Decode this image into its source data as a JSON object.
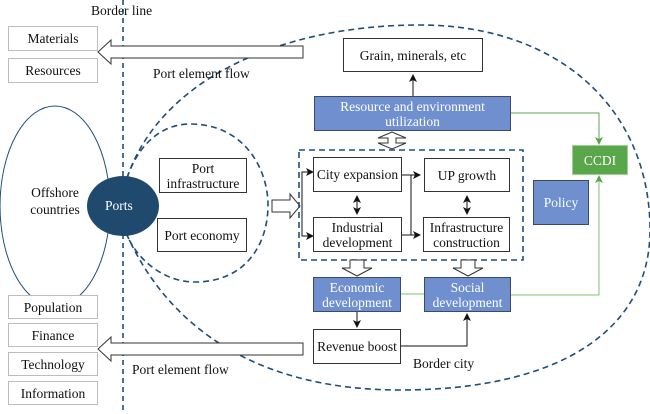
{
  "border_line_label": "Border line",
  "left_boxes_top": [
    "Materials",
    "Resources"
  ],
  "left_boxes_bottom": [
    "Population",
    "Finance",
    "Technology",
    "Information"
  ],
  "flow_label_top": "Port element flow",
  "flow_label_bottom": "Port element flow",
  "offshore_label": "Offshore countries",
  "ports_label": "Ports",
  "port_infrastructure": "Port infrastructure",
  "port_economy": "Port economy",
  "grain": "Grain, minerals, etc",
  "resource_env": "Resource and environment utilization",
  "city_expansion": "City expansion",
  "up_growth": "UP growth",
  "industrial_dev": "Industrial development",
  "infra_construction": "Infrastructure construction",
  "economic_dev": "Economic development",
  "social_dev": "Social development",
  "revenue_boost": "Revenue boost",
  "policy": "Policy",
  "ccdi": "CCDI",
  "border_city_label": "Border city",
  "colors": {
    "dashed": "#1f4e79",
    "ports_fill": "#1f4a6e",
    "blue_box": "#6f8fcf",
    "green_box": "#5aa64b",
    "green_line": "#7cc36b"
  }
}
